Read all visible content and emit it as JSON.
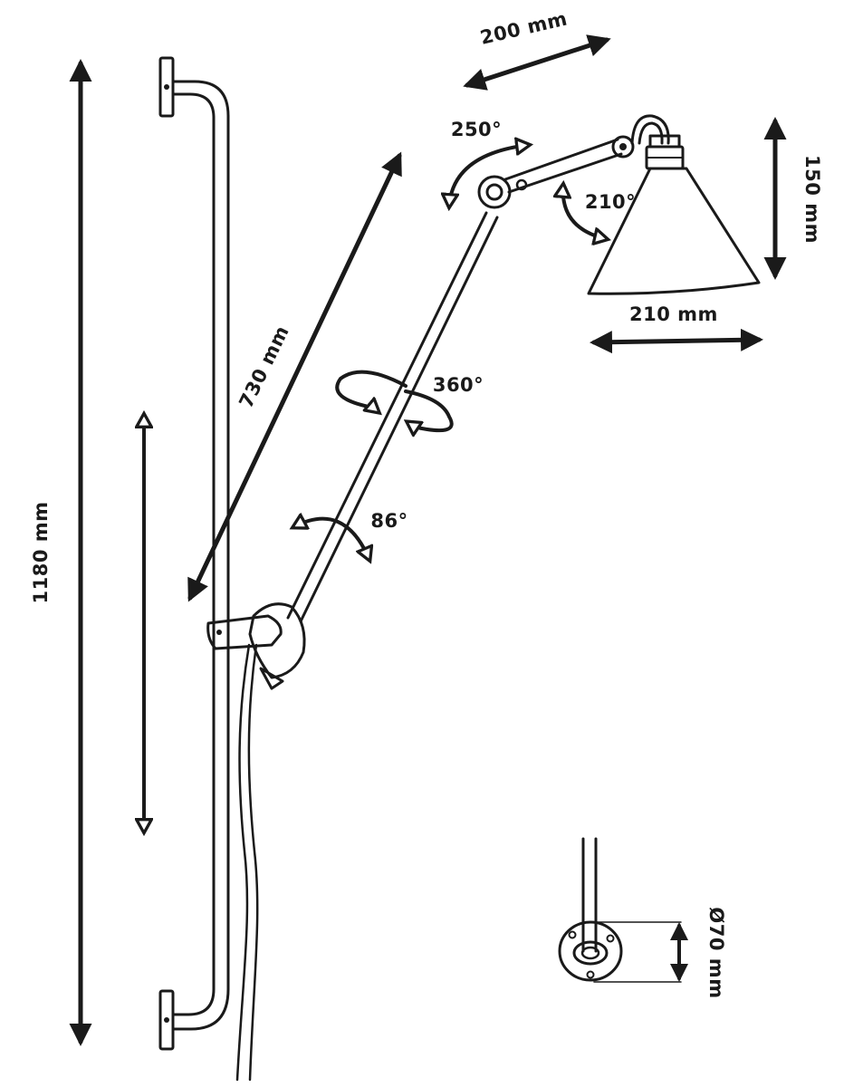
{
  "diagram": {
    "dimensions": {
      "total_height": "1180 mm",
      "arm_length": "730 mm",
      "shade_reach": "200 mm",
      "shade_height": "150 mm",
      "shade_width": "210 mm",
      "base_diameter": "Ø70 mm"
    },
    "rotations": {
      "shade_rotation": "250°",
      "shade_tilt": "210°",
      "arm_rotation": "360°",
      "arm_tilt": "86°"
    }
  },
  "colors": {
    "ink": "#1a1a1a",
    "background": "#ffffff"
  }
}
